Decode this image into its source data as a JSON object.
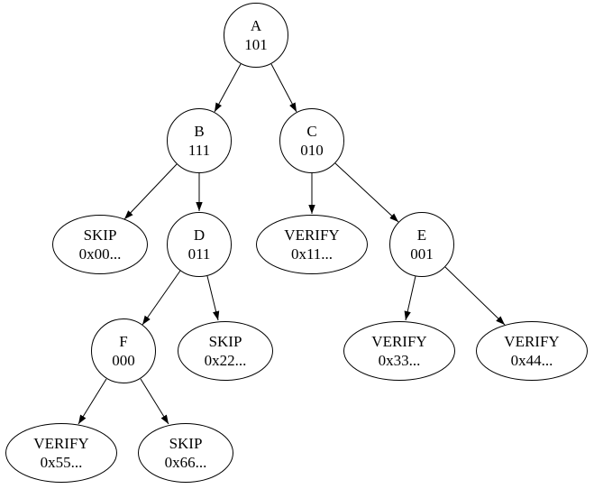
{
  "diagram": {
    "type": "binary-tree",
    "background": "#ffffff",
    "colors": {
      "node_fill": "#ffffff",
      "node_stroke": "#000000",
      "edge": "#000000",
      "text": "#000000"
    },
    "nodes": [
      {
        "id": "A",
        "shape": "circle",
        "label": "A",
        "value": "101"
      },
      {
        "id": "B",
        "shape": "circle",
        "label": "B",
        "value": "111"
      },
      {
        "id": "C",
        "shape": "circle",
        "label": "C",
        "value": "010"
      },
      {
        "id": "SKIP00",
        "shape": "ellipse",
        "label": "SKIP",
        "value": "0x00..."
      },
      {
        "id": "D",
        "shape": "circle",
        "label": "D",
        "value": "011"
      },
      {
        "id": "VERIFY11",
        "shape": "ellipse",
        "label": "VERIFY",
        "value": "0x11..."
      },
      {
        "id": "E",
        "shape": "circle",
        "label": "E",
        "value": "001"
      },
      {
        "id": "F",
        "shape": "circle",
        "label": "F",
        "value": "000"
      },
      {
        "id": "SKIP22",
        "shape": "ellipse",
        "label": "SKIP",
        "value": "0x22..."
      },
      {
        "id": "VERIFY33",
        "shape": "ellipse",
        "label": "VERIFY",
        "value": "0x33..."
      },
      {
        "id": "VERIFY44",
        "shape": "ellipse",
        "label": "VERIFY",
        "value": "0x44..."
      },
      {
        "id": "VERIFY55",
        "shape": "ellipse",
        "label": "VERIFY",
        "value": "0x55..."
      },
      {
        "id": "SKIP66",
        "shape": "ellipse",
        "label": "SKIP",
        "value": "0x66..."
      }
    ],
    "edges": [
      {
        "from": "A",
        "to": "B"
      },
      {
        "from": "A",
        "to": "C"
      },
      {
        "from": "B",
        "to": "SKIP00"
      },
      {
        "from": "B",
        "to": "D"
      },
      {
        "from": "C",
        "to": "VERIFY11"
      },
      {
        "from": "C",
        "to": "E"
      },
      {
        "from": "D",
        "to": "F"
      },
      {
        "from": "D",
        "to": "SKIP22"
      },
      {
        "from": "E",
        "to": "VERIFY33"
      },
      {
        "from": "E",
        "to": "VERIFY44"
      },
      {
        "from": "F",
        "to": "VERIFY55"
      },
      {
        "from": "F",
        "to": "SKIP66"
      }
    ]
  }
}
